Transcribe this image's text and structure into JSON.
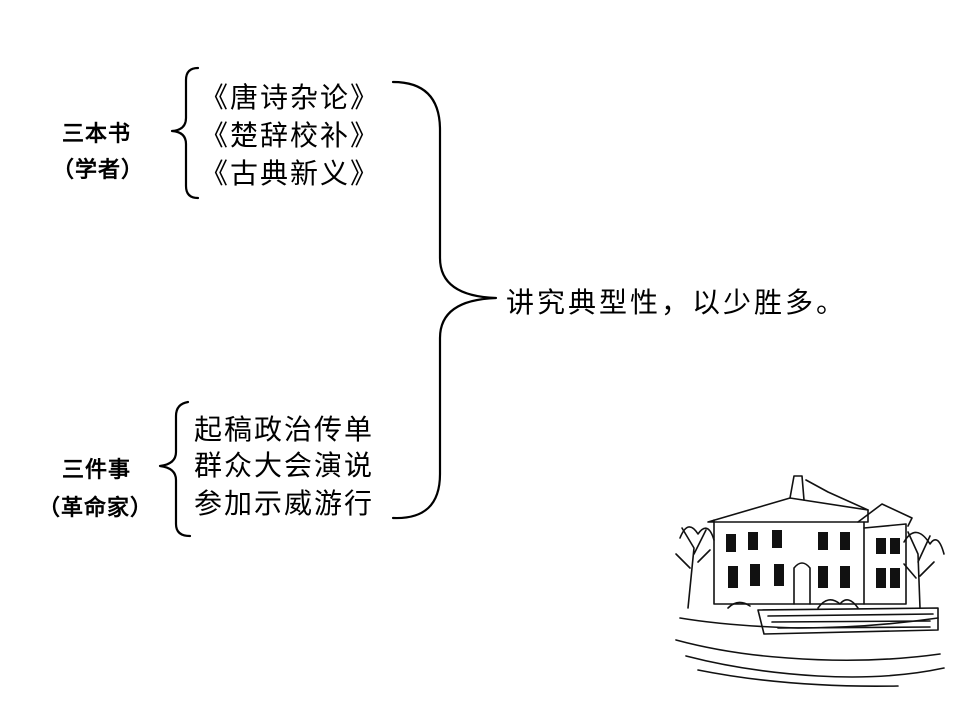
{
  "group_books": {
    "label_line1": "三本书",
    "label_line2": "（学者）",
    "items": [
      "《唐诗杂论》",
      "《楚辞校补》",
      "《古典新义》"
    ]
  },
  "group_deeds": {
    "label_line1": "三件事",
    "label_line2": "（革命家）",
    "items": [
      "起稿政治传单",
      "群众大会演说",
      "参加示威游行"
    ]
  },
  "conclusion": "讲究典型性，以少胜多。"
}
